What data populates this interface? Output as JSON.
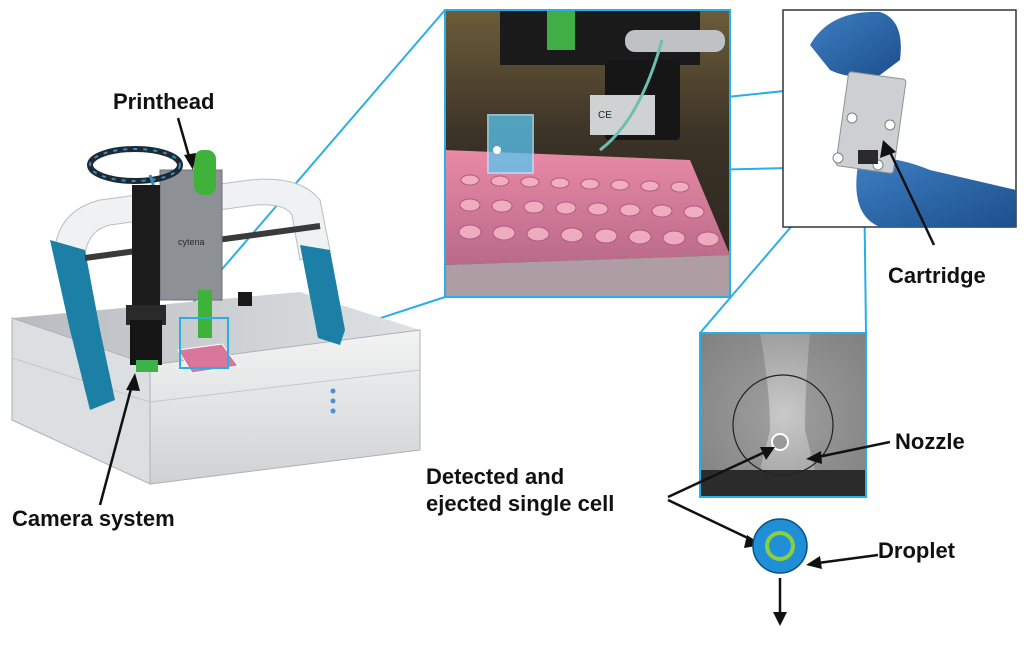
{
  "labels": {
    "printhead": "Printhead",
    "camera_system": "Camera system",
    "cartridge": "Cartridge",
    "nozzle": "Nozzle",
    "droplet": "Droplet",
    "detected_line1": "Detected and",
    "detected_line2": "ejected single cell"
  },
  "device_brand": "cytena",
  "colors": {
    "callout_line": "#29aee6",
    "frame_blue": "#1b7fa6",
    "printhead_green": "#3fb23a",
    "droplet_outer": "#1f90d8",
    "droplet_inner_ring": "#8ccf3e",
    "text": "#111111"
  }
}
